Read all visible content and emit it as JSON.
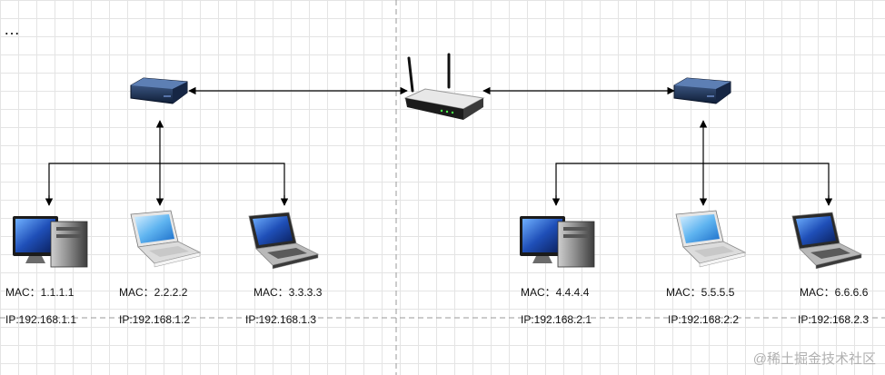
{
  "ellipsis": "…",
  "watermark": "@稀土掘金技术社区",
  "left_hosts": [
    {
      "mac": "MAC：1.1.1.1",
      "ip": "IP:192.168.1.1",
      "device": "desktop"
    },
    {
      "mac": "MAC：2.2.2.2",
      "ip": "IP:192.168.1.2",
      "device": "laptop-white"
    },
    {
      "mac": "MAC：3.3.3.3",
      "ip": "IP:192.168.1.3",
      "device": "laptop-dark"
    }
  ],
  "right_hosts": [
    {
      "mac": "MAC：4.4.4.4",
      "ip": "IP:192.168.2.1",
      "device": "desktop"
    },
    {
      "mac": "MAC：5.5.5.5",
      "ip": "IP:192.168.2.2",
      "device": "laptop-white"
    },
    {
      "mac": "MAC：6.6.6.6",
      "ip": "IP:192.168.2.3",
      "device": "laptop-dark"
    }
  ],
  "icons": {
    "left_switch": "switch-icon",
    "right_switch": "switch-icon",
    "router": "wireless-router-icon"
  }
}
